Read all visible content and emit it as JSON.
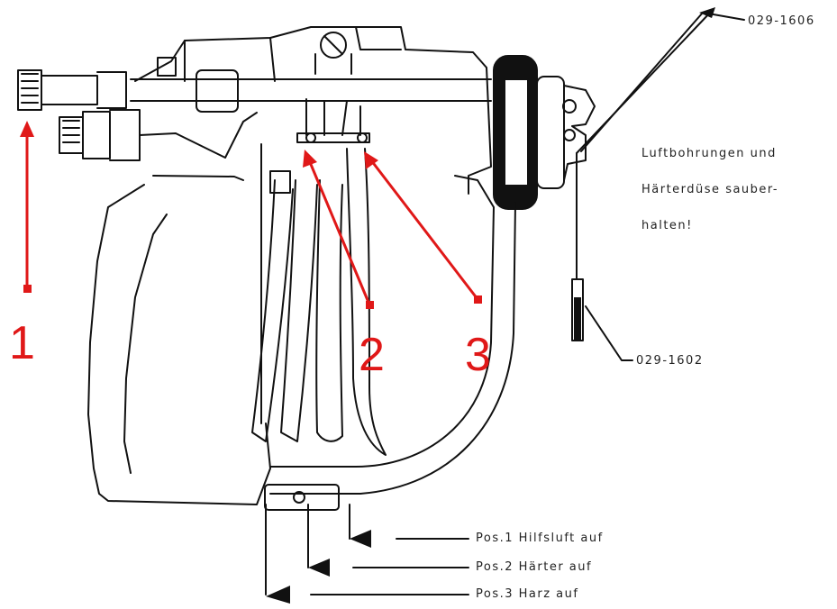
{
  "diagram": {
    "markers": [
      "1",
      "2",
      "3"
    ],
    "part_labels": [
      "029-1606",
      "029-1602"
    ],
    "note_lines": [
      "Luftbohrungen und",
      "Härterdüse sauber-",
      "halten!"
    ],
    "positions": [
      "Pos.1 Hilfsluft auf",
      "Pos.2 Härter  auf",
      "Pos.3 Harz   auf"
    ],
    "colors": {
      "marker": "#e01818",
      "line": "#111111",
      "text": "#222222"
    }
  }
}
